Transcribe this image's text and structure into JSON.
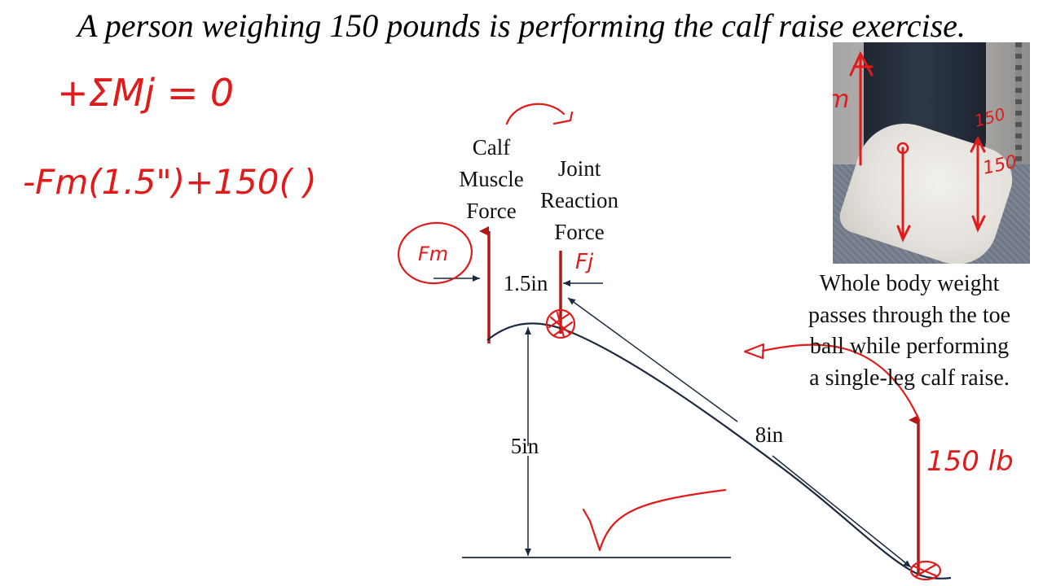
{
  "title": "A person weighing 150 pounds is performing the calf raise exercise.",
  "labels": {
    "calf_muscle_force": [
      "Calf",
      "Muscle",
      "Force"
    ],
    "joint_reaction_force": [
      "Joint",
      "Reaction",
      "Force"
    ],
    "moment_arm": "1.5in",
    "height": "5in",
    "foot_length": "8in"
  },
  "caption": [
    "Whole body weight",
    "passes through the toe",
    "ball while performing",
    "a single-leg calf raise."
  ],
  "photo": {
    "description_icon": "foot-on-toes-photo"
  },
  "handwriting": {
    "moment_equation": "+ΣMj = 0",
    "equation": "-Fm(1.5\")+150(  )",
    "fm_circled": "Fm",
    "fj": "Fj",
    "weight": "150 lb",
    "photo_fm": "Fm",
    "photo_150_a": "150",
    "photo_150_b": "150"
  },
  "colors": {
    "force_arrow": "#b01818",
    "ink": "#e01b1b",
    "diagram_line": "#1a2a40"
  }
}
